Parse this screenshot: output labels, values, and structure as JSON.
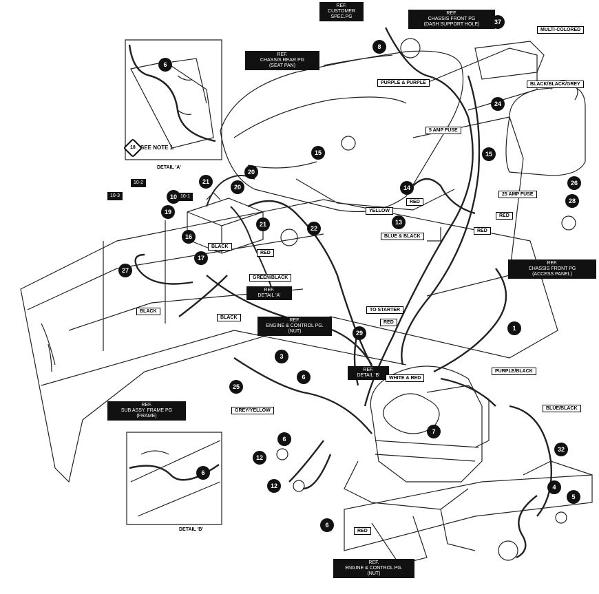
{
  "ref_labels": {
    "customer_spec": "REF.\nCUSTOMER\nSPEC.PG",
    "chassis_front_dash": "REF.\nCHASSIS FRONT PG\n(DASH SUPPORT HOLE)",
    "chassis_rear": "REF.\nCHASSIS REAR PG\n(SEAT PAN)",
    "chassis_front_access": "REF.\nCHASSIS FRONT PG\n(ACCESS PANEL)",
    "detail_a": "REF.\nDETAIL 'A'",
    "engine_control_top": "REF.\nENGINE & CONTROL PG.\n(NUT)",
    "detail_b": "REF.\nDETAIL 'B'",
    "sub_assy_frame": "REF.\nSUB ASSY. FRAME PG\n(FRAME)",
    "engine_control_bottom": "REF.\nENGINE & CONTROL PG.\n(NUT)"
  },
  "wire_labels": {
    "multi_colored": "MULTI-COLORED",
    "purple_purple": "PURPLE & PURPLE",
    "black_black_grey": "BLACK/BLACK/GREY",
    "fuse_5": "5 AMP FUSE",
    "fuse_25": "25 AMP FUSE",
    "red_a": "RED",
    "yellow": "YELLOW",
    "red_b": "RED",
    "blue_black_amp": "BLUE & BLACK",
    "red_c": "RED",
    "black_a": "BLACK",
    "red_d": "RED",
    "green_black": "GREEN/BLACK",
    "black_b": "BLACK",
    "black_c": "BLACK",
    "to_starter": "TO STARTER",
    "red_e": "RED",
    "white_red": "WHITE & RED",
    "purple_black": "PURPLE/BLACK",
    "blue_black": "BLUE/BLACK",
    "grey_yellow": "GREY/YELLOW",
    "red_f": "RED",
    "wire_10_2": "10-2",
    "wire_10_3": "10-3",
    "wire_10_1": "10-1"
  },
  "callouts": {
    "c6_detail_a": "6",
    "c8": "8",
    "c37": "37",
    "c24": "24",
    "c15_left": "15",
    "c15_right": "15",
    "c20_top": "20",
    "c21_top": "21",
    "c20_mid": "20",
    "c19": "19",
    "c21_mid": "21",
    "c16": "16",
    "c17": "17",
    "c22": "22",
    "c27": "27",
    "c14": "14",
    "c13": "13",
    "c26": "26",
    "c28": "28",
    "c1": "1",
    "c29": "29",
    "c3": "3",
    "c6_mid": "6",
    "c25": "25",
    "c7": "7",
    "c6_engine": "6",
    "c12_top": "12",
    "c12_bottom": "12",
    "c6_detail_b": "6",
    "c6_bottom": "6",
    "c32": "32",
    "c4": "4",
    "c5": "5",
    "c10": "10"
  },
  "detail_captions": {
    "detail_a": "DETAIL 'A'",
    "detail_b": "DETAIL 'B'"
  },
  "note": {
    "symbol": "18",
    "text": "SEE NOTE 1."
  }
}
